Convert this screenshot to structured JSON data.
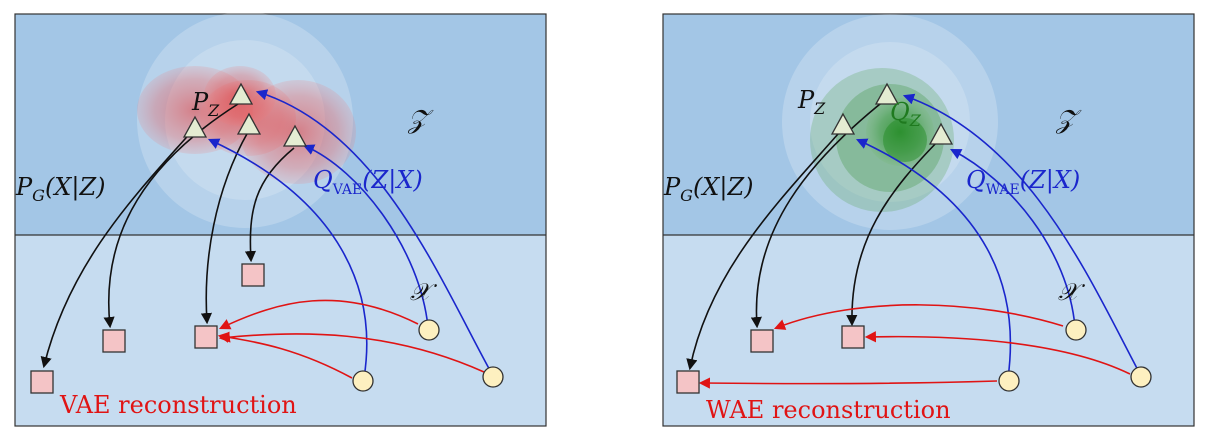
{
  "colors": {
    "latent_bg": "#a3c6e6",
    "data_bg": "#c6dcf0",
    "border": "#333333",
    "blue": "#1a26cc",
    "red": "#e01414",
    "black": "#111111",
    "square_fill": "#f4c4c6",
    "circle_fill": "#fdf0c0",
    "triangle_fill": "#e4ecd2",
    "red_blob": "#e04c4c",
    "green_blob": "#2e9a2e"
  },
  "left_panel": {
    "latent_space_label": "𝒵",
    "data_space_label": "𝒳",
    "prior_label_main": "P",
    "prior_label_sub": "Z",
    "decoder_label": "P",
    "decoder_label_sub": "G",
    "decoder_label_args": "(X|Z)",
    "encoder_label": "Q",
    "encoder_label_sub": "VAE",
    "encoder_label_args": "(Z|X)",
    "caption": "VAE reconstruction"
  },
  "right_panel": {
    "latent_space_label": "𝒵",
    "data_space_label": "𝒳",
    "prior_label_main": "P",
    "prior_label_sub": "Z",
    "aggregate_label_main": "Q",
    "aggregate_label_sub": "Z",
    "decoder_label": "P",
    "decoder_label_sub": "G",
    "decoder_label_args": "(X|Z)",
    "encoder_label": "Q",
    "encoder_label_sub": "WAE",
    "encoder_label_args": "(Z|X)",
    "caption": "WAE reconstruction"
  }
}
